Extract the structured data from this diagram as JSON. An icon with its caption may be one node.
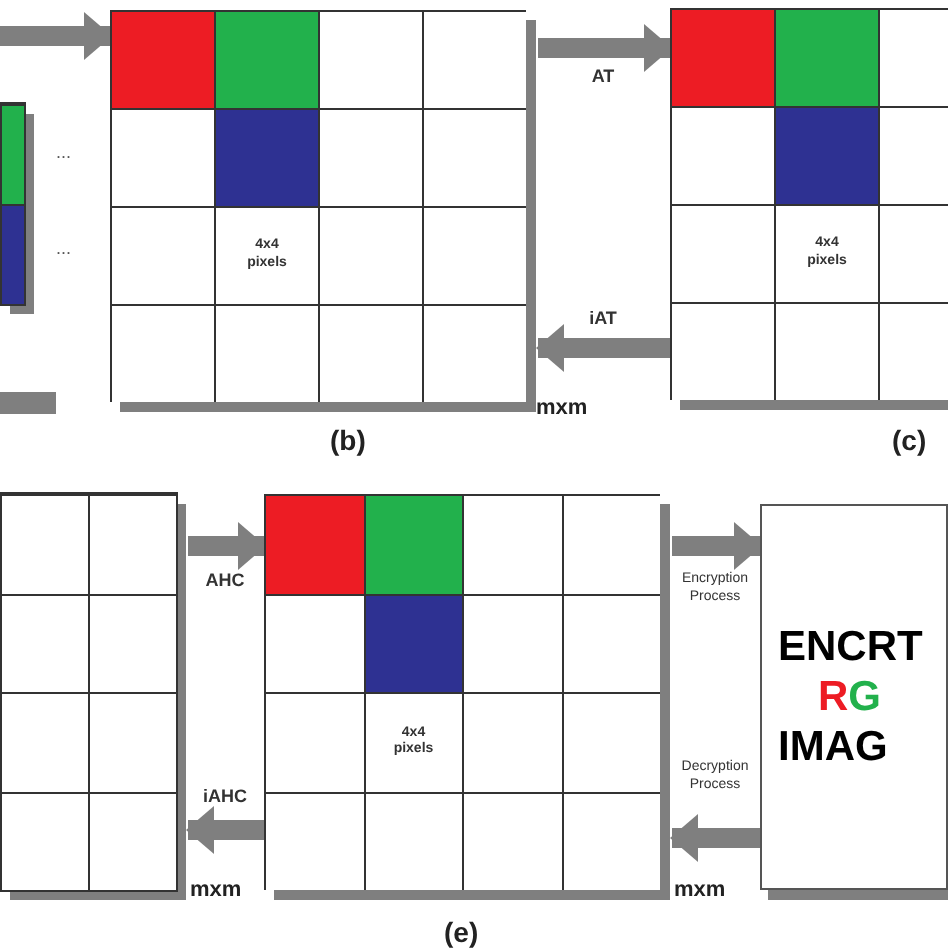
{
  "diagram": {
    "nodes": [
      {
        "text": [],
        "shape": "box"
      },
      {
        "text": [
          "4x4 pixels"
        ],
        "beside": [
          "mxm",
          "(b)"
        ]
      },
      {
        "text": [
          "4x4 pixels"
        ],
        "beside": [
          "(c)"
        ]
      },
      {
        "text": [],
        "shape": "box",
        "beside": [
          "mxm"
        ]
      },
      {
        "text": [
          "4x4 pixels"
        ],
        "beside": [
          "mxm",
          "(e)"
        ]
      },
      {
        "text": [
          "ENCRT",
          "RG",
          "IMAG"
        ]
      }
    ],
    "edges": [
      {
        "from": null,
        "to": 1,
        "arrow": "to"
      },
      {
        "from": 1,
        "to": 2,
        "arrow": "to",
        "label": "AT"
      },
      {
        "from": 2,
        "to": 1,
        "arrow": "to",
        "label": "iAT"
      },
      {
        "from": 3,
        "to": 4,
        "arrow": "to",
        "label": "AHC"
      },
      {
        "from": 4,
        "to": 3,
        "arrow": "to",
        "label": "iAHC"
      },
      {
        "from": 4,
        "to": 5,
        "arrow": "to",
        "label": "Encryption Process"
      },
      {
        "from": 5,
        "to": 4,
        "arrow": "to",
        "label": "Decryption Process"
      }
    ],
    "labels": [
      "...",
      "..."
    ]
  }
}
